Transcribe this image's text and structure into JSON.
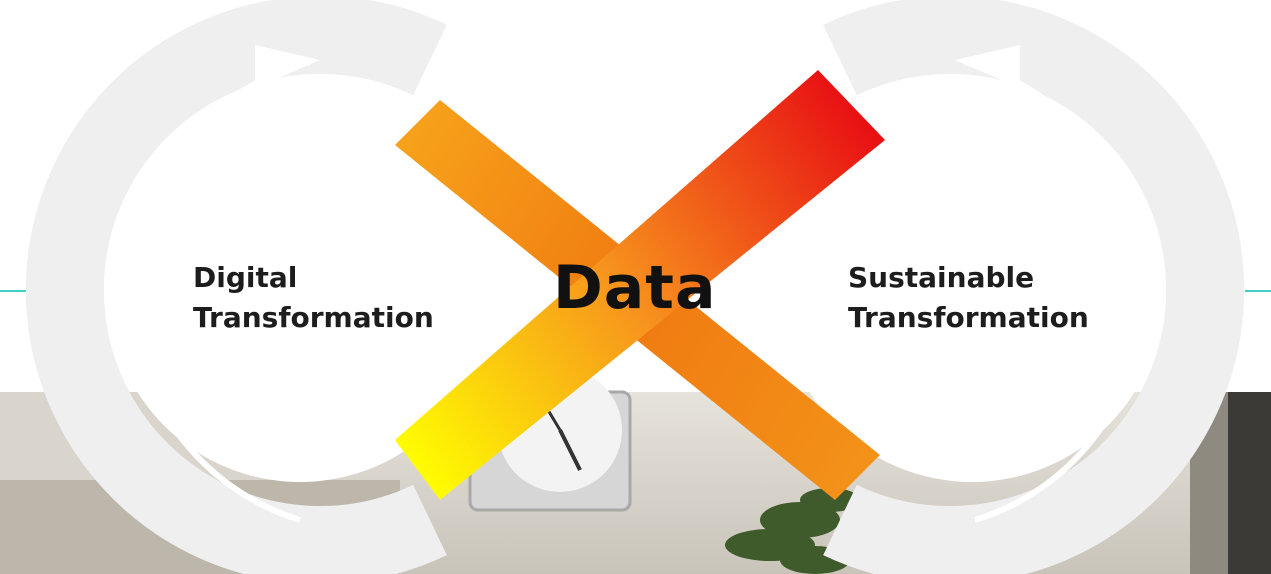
{
  "left_label": {
    "line1": "Digital",
    "line2": "Transformation"
  },
  "center_label": "Data",
  "right_label": {
    "line1": "Sustainable",
    "line2": "Transformation"
  },
  "colors": {
    "accent_teal": "#3fd1c6",
    "cross_yellow": "#ffff00",
    "cross_orange": "#f7941d",
    "cross_red": "#e60012",
    "loop_gray": "#efefef"
  }
}
